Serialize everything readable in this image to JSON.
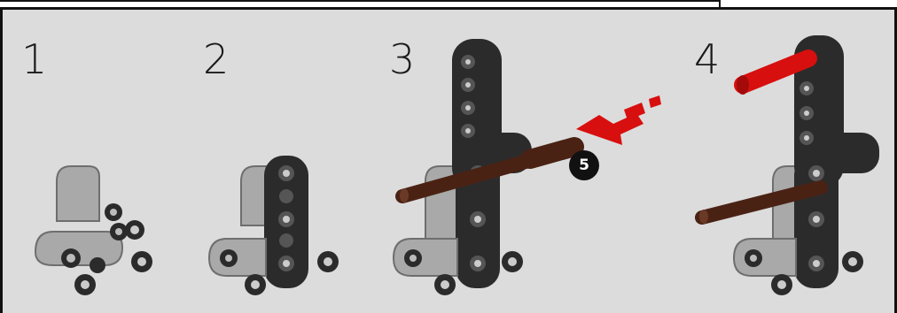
{
  "steps": [
    {
      "number": "1"
    },
    {
      "number": "2"
    },
    {
      "number": "3"
    },
    {
      "number": "4"
    }
  ],
  "callout": {
    "quantity": "5"
  },
  "colors": {
    "background": "#dcdcdc",
    "frame": "#111111",
    "light_gray_beam": "#a9a9a9",
    "dark_beam": "#2b2b2b",
    "brown_axle": "#4a2214",
    "red_pin": "#d80f0f"
  }
}
